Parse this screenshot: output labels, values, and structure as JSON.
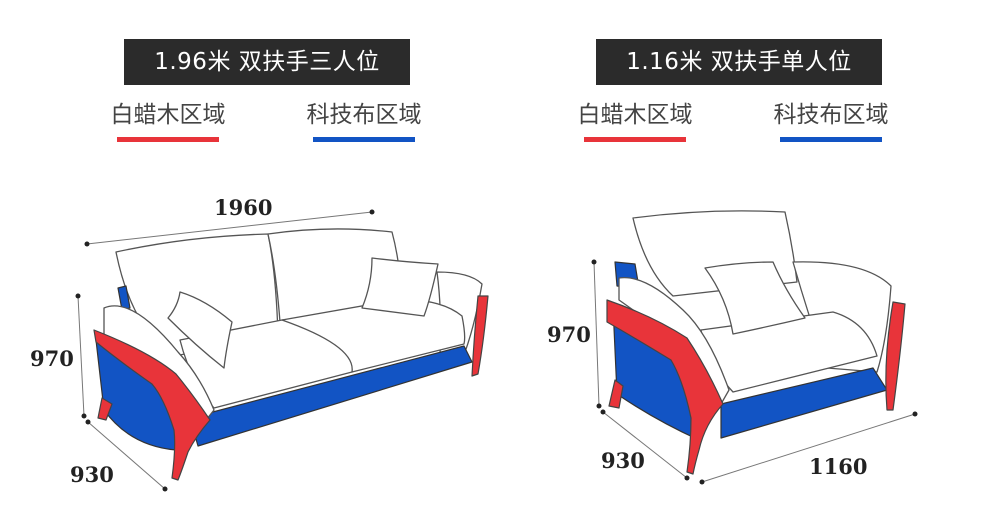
{
  "left": {
    "title": "1.96米 双扶手三人位",
    "legend": {
      "wax_label": "白蜡木区域",
      "fabric_label": "科技布区域"
    },
    "dims": {
      "width": "1960",
      "height": "970",
      "depth": "930"
    }
  },
  "right": {
    "title": "1.16米 双扶手单人位",
    "legend": {
      "wax_label": "白蜡木区域",
      "fabric_label": "科技布区域"
    },
    "dims": {
      "width": "1160",
      "height": "970",
      "depth": "930"
    }
  },
  "colors": {
    "wax_red": "#e8343a",
    "fabric_blue": "#1254c4",
    "title_bg": "#2b2b2b"
  }
}
